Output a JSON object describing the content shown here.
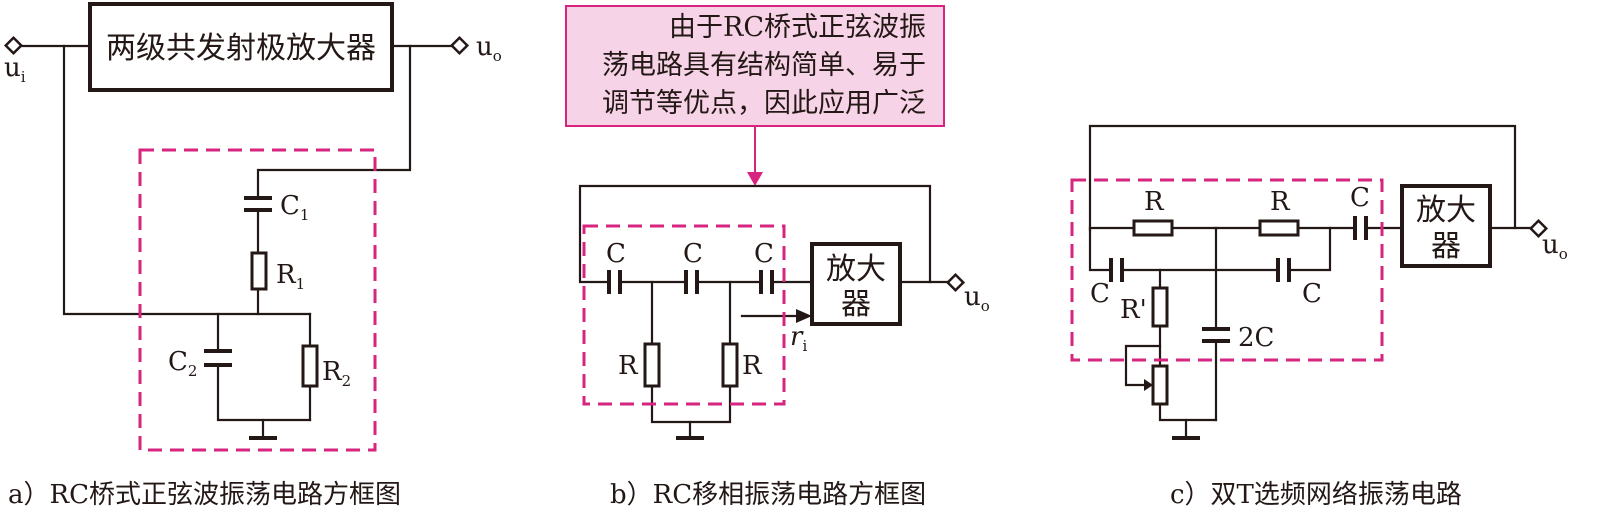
{
  "colors": {
    "ink": "#231815",
    "accent": "#d6247f",
    "callout_fill": "#f6d3e6"
  },
  "diagram_a": {
    "caption": "a）RC桥式正弦波振荡电路方框图",
    "amplifier": "两级共发射极放大器",
    "input": "u",
    "input_sub": "i",
    "output": "u",
    "output_sub": "o",
    "c1": "C",
    "c1_sub": "1",
    "r1": "R",
    "r1_sub": "1",
    "c2": "C",
    "c2_sub": "2",
    "r2": "R",
    "r2_sub": "2"
  },
  "diagram_b": {
    "caption": "b）RC移相振荡电路方框图",
    "note_lines": [
      "由于RC桥式正弦波振",
      "荡电路具有结构简单、易于",
      "调节等优点，因此应用广泛"
    ],
    "amp_line1": "放大",
    "amp_line2": "器",
    "cap_label": "C",
    "res_label": "R",
    "ri": "r",
    "ri_sub": "i",
    "output": "u",
    "output_sub": "o"
  },
  "diagram_c": {
    "caption": "c）双T选频网络振荡电路",
    "amp_line1": "放大",
    "amp_line2": "器",
    "res_label": "R",
    "cap_label": "C",
    "r_prime": "R'",
    "c2": "2C",
    "output": "u",
    "output_sub": "o"
  }
}
